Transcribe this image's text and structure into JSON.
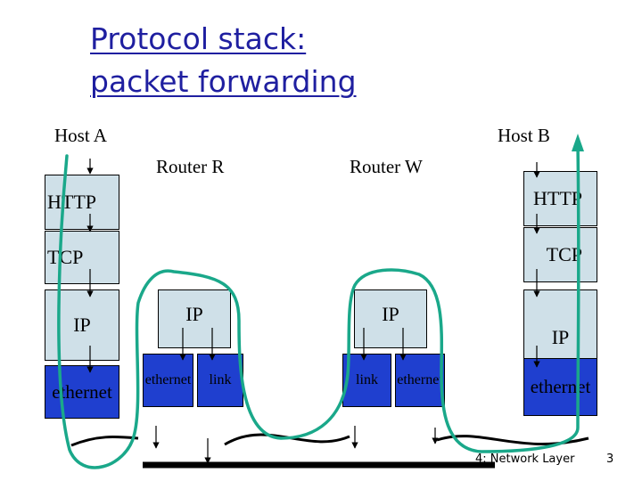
{
  "title": {
    "line1": "Protocol stack:",
    "line2": "packet forwarding"
  },
  "host_a": {
    "label": "Host A",
    "layers": [
      "HTTP",
      "TCP",
      "IP",
      "ethernet"
    ]
  },
  "host_b": {
    "label": "Host B",
    "layers": [
      "HTTP",
      "TCP",
      "IP",
      "ethernet"
    ]
  },
  "router_r": {
    "label": "Router R",
    "ip": "IP",
    "if1": "ethernet",
    "if2": "link"
  },
  "router_w": {
    "label": "Router W",
    "ip": "IP",
    "if1": "link",
    "if2": "ethernet"
  },
  "footer": {
    "chapter": "4: Network Layer",
    "page": "3"
  },
  "colors": {
    "layer_box": "#cfe0e8",
    "ethernet_box": "#1f3fcf",
    "packet_path": "#1aa88a",
    "title": "#1f1fa0",
    "bus": "#000000"
  }
}
